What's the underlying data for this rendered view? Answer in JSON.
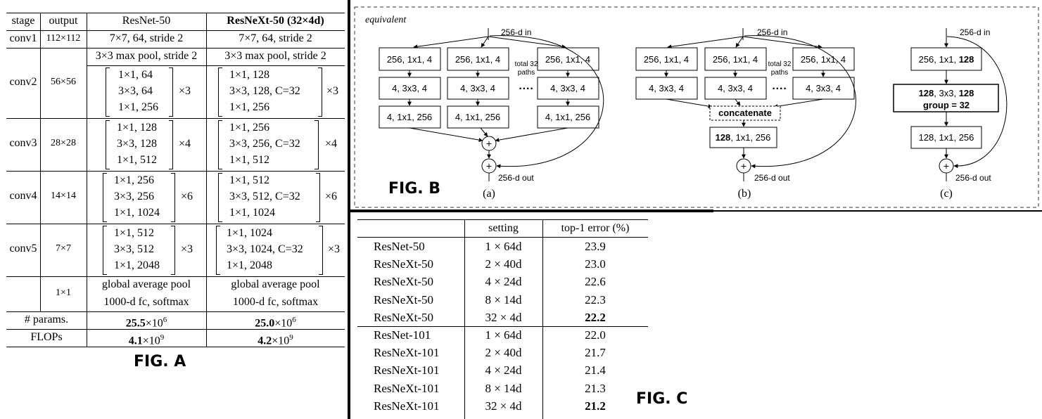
{
  "figA": {
    "label": "FIG. A",
    "headers": {
      "stage": "stage",
      "output": "output",
      "resnet": "ResNet-50",
      "resnext": "ResNeXt-50 (32×4d)"
    },
    "rows": [
      {
        "stage": "conv1",
        "output": "112×112",
        "resnet": [
          "7×7, 64, stride 2"
        ],
        "resnext": [
          "7×7, 64, stride 2"
        ]
      },
      {
        "stage": "",
        "output": "",
        "resnet": [
          "3×3 max pool, stride 2"
        ],
        "resnext": [
          "3×3 max pool, stride 2"
        ]
      },
      {
        "stage": "conv2",
        "output": "56×56",
        "resnet": [
          "1×1, 64",
          "3×3, 64",
          "1×1, 256"
        ],
        "resnet_mult": "×3",
        "resnext": [
          "1×1, 128",
          "3×3, 128, C=32",
          "1×1, 256"
        ],
        "resnext_mult": "×3"
      },
      {
        "stage": "conv3",
        "output": "28×28",
        "resnet": [
          "1×1, 128",
          "3×3, 128",
          "1×1, 512"
        ],
        "resnet_mult": "×4",
        "resnext": [
          "1×1, 256",
          "3×3, 256, C=32",
          "1×1, 512"
        ],
        "resnext_mult": "×4"
      },
      {
        "stage": "conv4",
        "output": "14×14",
        "resnet": [
          "1×1, 256",
          "3×3, 256",
          "1×1, 1024"
        ],
        "resnet_mult": "×6",
        "resnext": [
          "1×1, 512",
          "3×3, 512, C=32",
          "1×1, 1024"
        ],
        "resnext_mult": "×6"
      },
      {
        "stage": "conv5",
        "output": "7×7",
        "resnet": [
          "1×1, 512",
          "3×3, 512",
          "1×1, 2048"
        ],
        "resnet_mult": "×3",
        "resnext": [
          "1×1, 1024",
          "3×3, 1024, C=32",
          "1×1, 2048"
        ],
        "resnext_mult": "×3"
      },
      {
        "stage": "",
        "output": "1×1",
        "resnet": [
          "global average pool",
          "1000-d fc, softmax"
        ],
        "resnext": [
          "global average pool",
          "1000-d fc, softmax"
        ]
      }
    ],
    "params": {
      "label": "# params.",
      "resnet": "25.5",
      "resnext": "25.0",
      "unit": "×10",
      "exp": "6"
    },
    "flops": {
      "label": "FLOPs",
      "resnet": "4.1",
      "resnext": "4.2",
      "unit": "×10",
      "exp": "9"
    }
  },
  "figB": {
    "label": "FIG. B",
    "equivalent": "equivalent",
    "in_label": "256-d in",
    "out_label": "256-d out",
    "total_paths": [
      "total 32",
      "paths"
    ],
    "sub_a": "(a)",
    "sub_b": "(b)",
    "sub_c": "(c)",
    "a_boxes": [
      [
        "256, 1x1, 4",
        "4, 3x3, 4",
        "4, 1x1, 256"
      ],
      [
        "256, 1x1, 4",
        "4, 3x3, 4",
        "4, 1x1, 256"
      ],
      [
        "256, 1x1, 4",
        "4, 3x3, 4",
        "4, 1x1, 256"
      ]
    ],
    "b_boxes": [
      [
        "256, 1x1, 4",
        "4, 3x3, 4"
      ],
      [
        "256, 1x1, 4",
        "4, 3x3, 4"
      ],
      [
        "256, 1x1, 4",
        "4, 3x3, 4"
      ]
    ],
    "concatenate": "concatenate",
    "b_final_bold": "128",
    "b_final_rest": ", 1x1, 256",
    "c_box1_rest": "256, 1x1, ",
    "c_box1_bold": "128",
    "c_box2_a": "128",
    "c_box2_b": ", 3x3, ",
    "c_box2_c": "128",
    "c_box2_line2": "group = 32",
    "c_box3": "128, 1x1, 256",
    "dots": "····",
    "plus": "+"
  },
  "figC": {
    "label": "FIG. C",
    "headers": [
      "",
      "setting",
      "top-1 error (%)"
    ],
    "group1": [
      [
        "ResNet-50",
        "1 × 64d",
        "23.9"
      ],
      [
        "ResNeXt-50",
        "2 × 40d",
        "23.0"
      ],
      [
        "ResNeXt-50",
        "4 × 24d",
        "22.6"
      ],
      [
        "ResNeXt-50",
        "8 × 14d",
        "22.3"
      ],
      [
        "ResNeXt-50",
        "32 × 4d",
        "22.2"
      ]
    ],
    "group2": [
      [
        "ResNet-101",
        "1 × 64d",
        "22.0"
      ],
      [
        "ResNeXt-101",
        "2 × 40d",
        "21.7"
      ],
      [
        "ResNeXt-101",
        "4 × 24d",
        "21.4"
      ],
      [
        "ResNeXt-101",
        "8 × 14d",
        "21.3"
      ],
      [
        "ResNeXt-101",
        "32 × 4d",
        "21.2"
      ]
    ]
  }
}
